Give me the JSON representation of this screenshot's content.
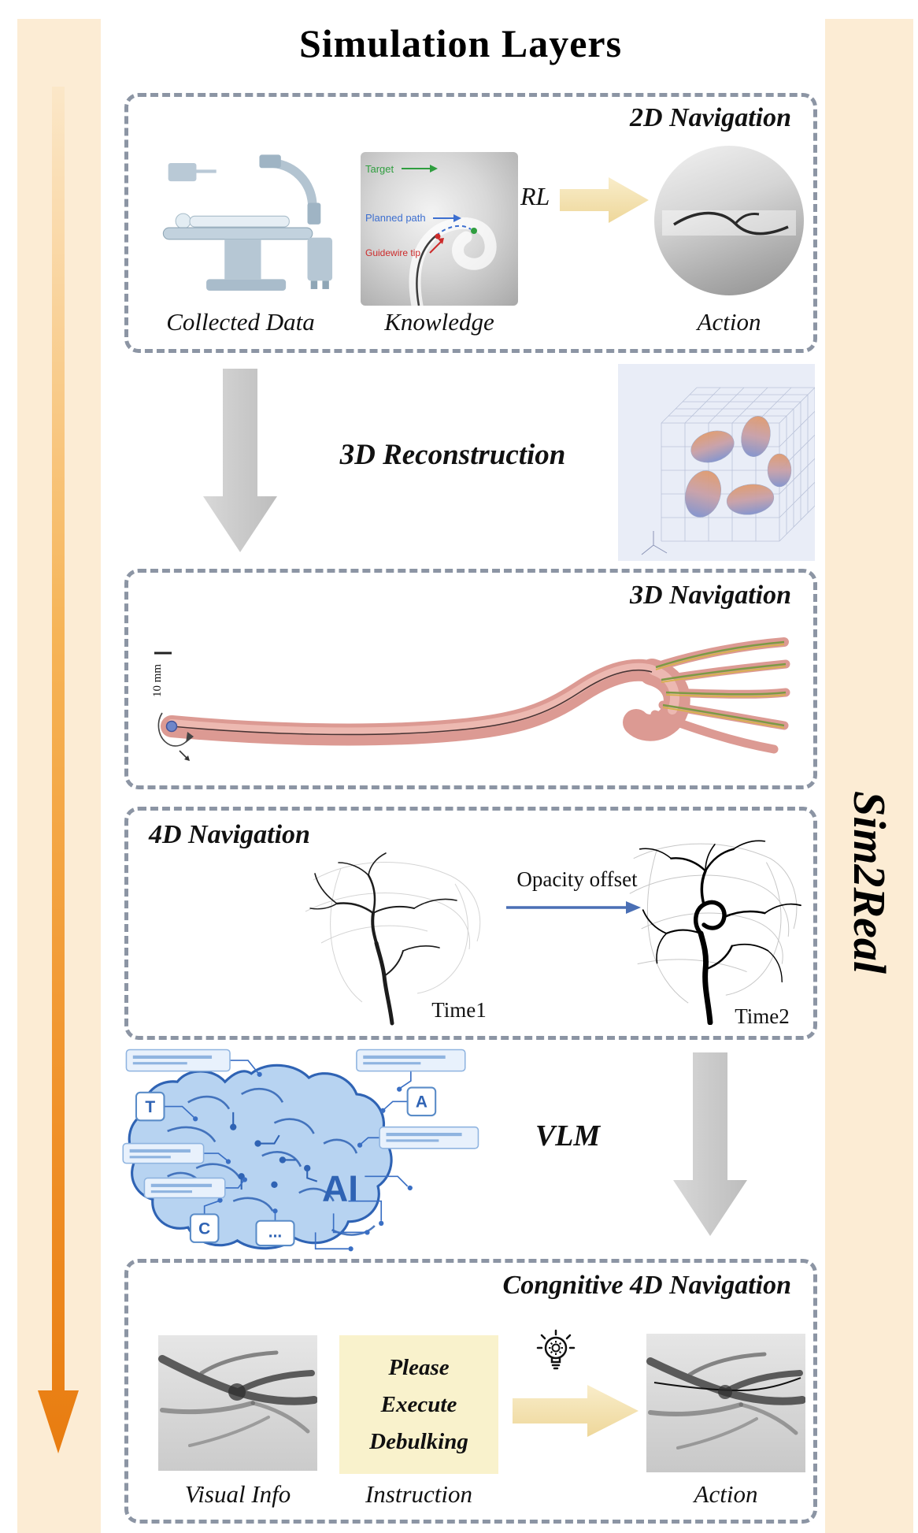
{
  "figure": {
    "title": "Simulation Layers",
    "side_label": "Sim2Real"
  },
  "panel_2d": {
    "title": "2D Navigation",
    "rl_label": "RL",
    "captions": {
      "collected_data": "Collected Data",
      "knowledge": "Knowledge",
      "action": "Action"
    },
    "annotations": {
      "target": "Target",
      "planned_path": "Planned path",
      "guidewire_tip": "Guidewire tip"
    }
  },
  "reconstruction": {
    "label": "3D Reconstruction"
  },
  "panel_3d": {
    "title": "3D Navigation",
    "scale_label": "10 mm"
  },
  "panel_4d": {
    "title": "4D Navigation",
    "offset_label": "Opacity offset",
    "time1": "Time1",
    "time2": "Time2"
  },
  "vlm": {
    "label": "VLM",
    "ai_label": "AI",
    "chips": [
      "T",
      "A",
      "C",
      "..."
    ]
  },
  "panel_cognitive": {
    "title": "Congnitive 4D Navigation",
    "instruction_lines": [
      "Please",
      "Execute",
      "Debulking"
    ],
    "captions": {
      "visual_info": "Visual Info",
      "instruction": "Instruction",
      "action": "Action"
    }
  },
  "colors": {
    "strip": "#fcecd4",
    "accent_orange": "#ee8511",
    "panel_border": "#8c95a4",
    "tan_arrow": "#f4e0ab",
    "instruction_bg": "#f9f2cc",
    "vessel_pink": "#dc9a93",
    "brain_blue": "#2f63b4"
  }
}
